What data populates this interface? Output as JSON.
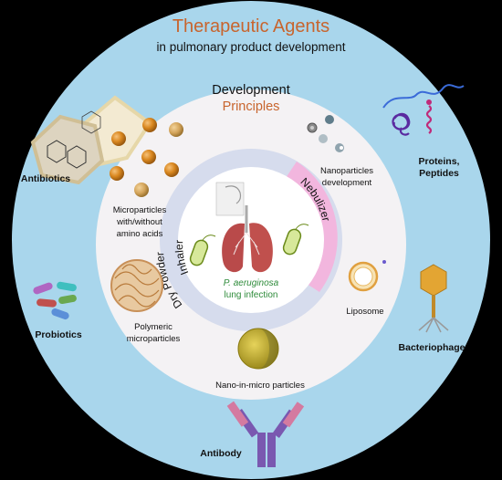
{
  "title": "Therapeutic Agents",
  "subtitle": "in pulmonary product development",
  "development": {
    "line1": "Development",
    "line2": "Principles"
  },
  "agents": {
    "antibiotics": "Antibiotics",
    "proteins_line1": "Proteins,",
    "proteins_line2": "Peptides",
    "probiotics": "Probiotics",
    "bacteriophage": "Bacteriophage",
    "antibody": "Antibody"
  },
  "particles": {
    "micro_line1": "Microparticles",
    "micro_line2": "with/without",
    "micro_line3": "amino acids",
    "nano_line1": "Nanoparticles",
    "nano_line2": "development",
    "polymeric_line1": "Polymeric",
    "polymeric_line2": "microparticles",
    "liposome": "Liposome",
    "nano_in_micro": "Nano-in-micro particles"
  },
  "devices": {
    "inhaler": "Inhaler",
    "nebulizer": "Nebulizer",
    "dry_powder": "Dry  Powder"
  },
  "infection": {
    "line1": "P. aeruginosa",
    "line2": "lung infection"
  },
  "colors": {
    "outer_circle": "#a9d6ec",
    "middle_circle": "#f4f2f4",
    "inner_ring": "#d6dced",
    "nebulizer_band": "#f2b6de",
    "title": "#c8652e",
    "particle_orange": "#d9871f",
    "infection_text": "#2e8b3a"
  }
}
